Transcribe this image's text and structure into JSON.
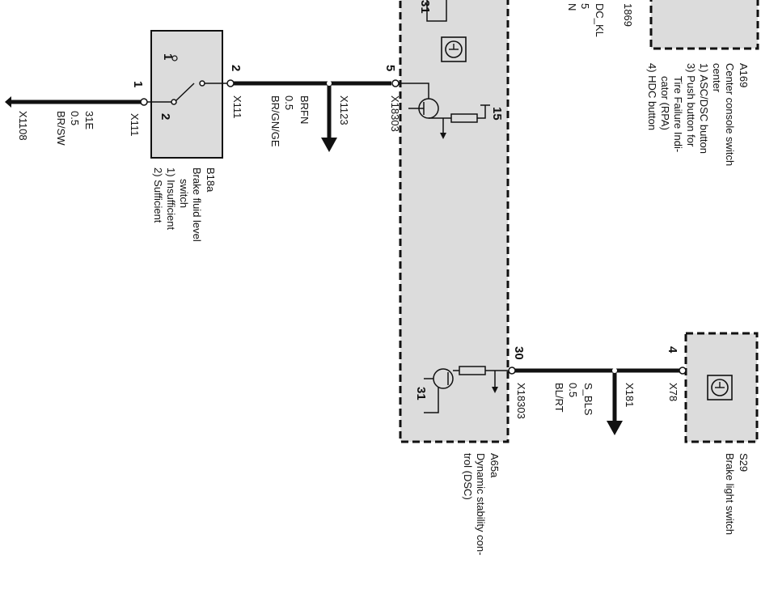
{
  "a169": {
    "partial_top_left": "1869",
    "partial_top_mid_1": "DC_KL",
    "partial_top_mid_2": "5",
    "partial_top_mid_3": "N",
    "code": "A169",
    "title_1": "Center console switch",
    "title_2": "center",
    "item_1": "1) ASC/DSC button",
    "item_3a": "3) Push button for",
    "item_3b": "Tire Failure Indi-",
    "item_3c": "cator (RPA)",
    "item_4": "4) HDC button"
  },
  "left_wire": {
    "connector": "X1108",
    "signal": "31E",
    "size": "0.5",
    "color": "BR/SW"
  },
  "b18a": {
    "pin_1": "1",
    "pin_2": "2",
    "inner_1": "1",
    "inner_2": "2",
    "conn_left": "X111",
    "conn_right": "X111",
    "code": "B18a",
    "title_1": "Brake fluid level",
    "title_2": "switch",
    "item_1": "1) Insufficient",
    "item_2": "2) Sufficient"
  },
  "mid_wire": {
    "signal": "BRFN",
    "size": "0.5",
    "color": "BR/GN/GE",
    "splice": "X1123"
  },
  "a65a": {
    "pin_5": "5",
    "conn_5": "X18303",
    "pin_15": "15",
    "pin_30": "30",
    "conn_30": "X18303",
    "pin_31": "31",
    "pin_top_partial": "31",
    "code": "A65a",
    "title_1": "Dynamic stability con-",
    "title_2": "trol (DSC)"
  },
  "bls_wire": {
    "signal": "S_BLS",
    "size": "0.5",
    "color": "BL/RT",
    "splice": "X181"
  },
  "s29": {
    "pin_4": "4",
    "conn": "X78",
    "code": "S29",
    "title": "Brake light switch"
  }
}
